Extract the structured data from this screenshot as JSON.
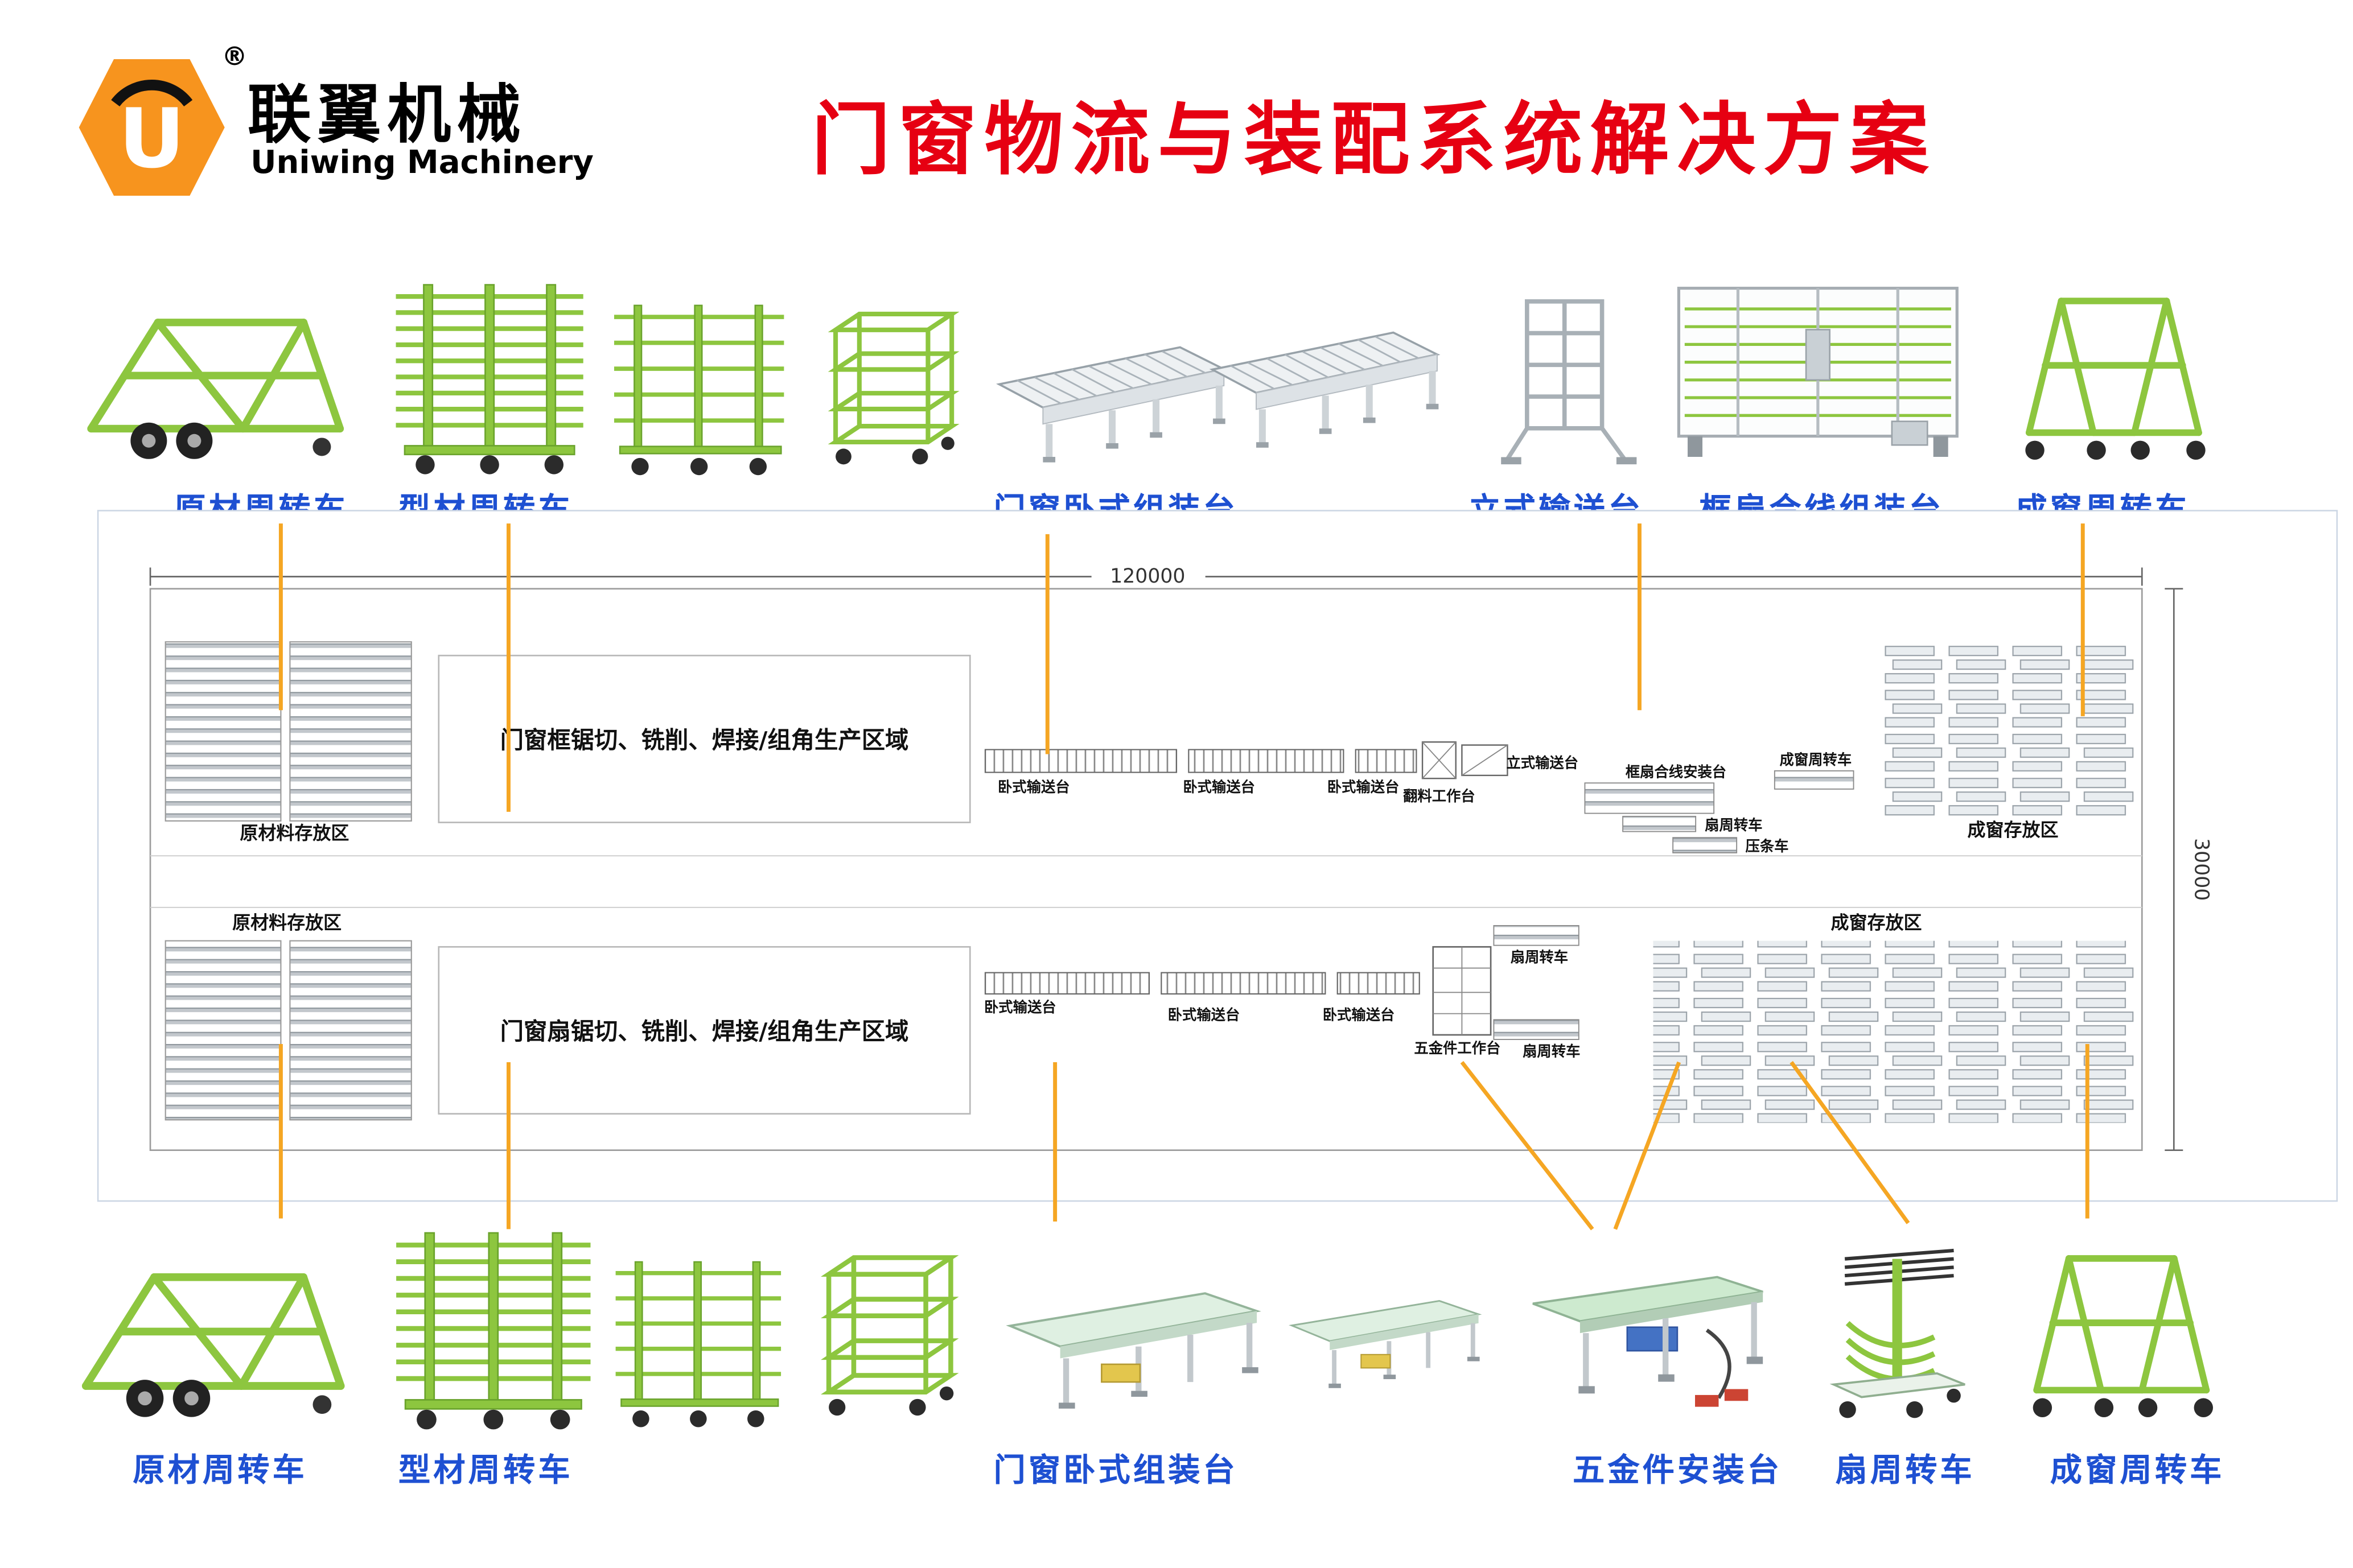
{
  "brand": {
    "logo_letter": "U",
    "registered_mark": "®",
    "name_cn": "联翼机械",
    "name_en": "Uniwing Machinery"
  },
  "title": "门窗物流与装配系统解决方案",
  "top_row": {
    "labels": [
      "原材周转车",
      "型材周转车",
      "门窗卧式组装台",
      "立式输送台",
      "框扇合线组装台",
      "成窗周转车"
    ]
  },
  "bottom_row": {
    "labels": [
      "原材周转车",
      "型材周转车",
      "门窗卧式组装台",
      "五金件安装台",
      "扇周转车",
      "成窗周转车"
    ]
  },
  "floor_plan": {
    "dimensions": {
      "width": "120000",
      "height": "30000"
    },
    "upper_zone": {
      "raw_storage": "原材料存放区",
      "production_area": "门窗框锯切、铣削、焊接/组角生产区域",
      "conveyor_1": "卧式输送台",
      "conveyor_2": "卧式输送台",
      "conveyor_3": "卧式输送台",
      "flip_table": "翻料工作台",
      "vertical_conveyor": "立式输送台",
      "frame_sash_station": "框扇合线安装台",
      "finished_cart": "成窗周转车",
      "sash_cart": "扇周转车",
      "bead_cart": "压条车",
      "finished_storage": "成窗存放区"
    },
    "lower_zone": {
      "raw_storage": "原材料存放区",
      "production_area": "门窗扇锯切、铣削、焊接/组角生产区域",
      "conveyor_1": "卧式输送台",
      "conveyor_2": "卧式输送台",
      "conveyor_3": "卧式输送台",
      "sash_cart_upper": "扇周转车",
      "hardware_station": "五金件工作台",
      "sash_cart_lower": "扇周转车",
      "finished_storage": "成窗存放区"
    }
  },
  "colors": {
    "title_red": "#E60012",
    "label_blue": "#1E50D2",
    "connector_orange": "#F5A623",
    "equipment_green": "#8DC63F",
    "logo_orange": "#F7941E"
  }
}
